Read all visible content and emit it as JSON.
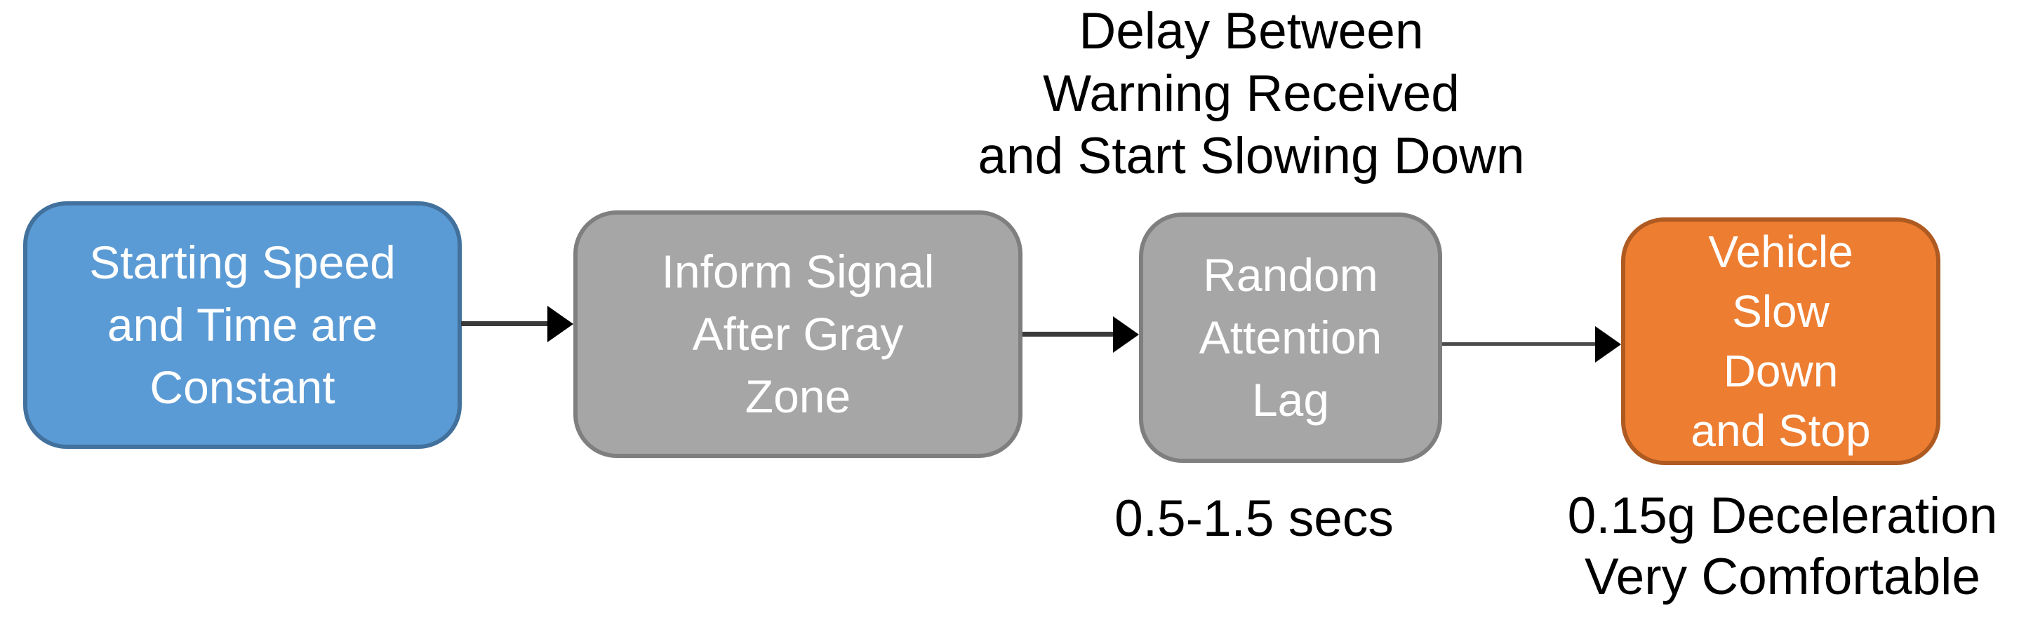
{
  "canvas": {
    "background": "#FFFFFF"
  },
  "diagram": {
    "nodes": [
      {
        "id": "constants",
        "lines": [
          "Starting Speed",
          "and Time are",
          "Constant"
        ],
        "fill": "#5B9BD5",
        "border": "#41719C",
        "text_color": "#FFFFFF"
      },
      {
        "id": "inform-signal",
        "lines": [
          "Inform Signal",
          "After Gray",
          "Zone"
        ],
        "fill": "#A6A6A6",
        "border": "#7F7F7F",
        "text_color": "#FFFFFF"
      },
      {
        "id": "attention-lag",
        "lines": [
          "Random",
          "Attention",
          "Lag"
        ],
        "fill": "#A6A6A6",
        "border": "#7F7F7F",
        "text_color": "#FFFFFF"
      },
      {
        "id": "vehicle-stop",
        "lines": [
          "Vehicle",
          "Slow",
          "Down",
          "and Stop"
        ],
        "fill": "#ED7D31",
        "border": "#AE5A21",
        "text_color": "#FFFFFF"
      }
    ],
    "arrows": [
      {
        "from": "constants",
        "to": "inform-signal",
        "line_color": "#3A3A3A",
        "head_color": "#000000"
      },
      {
        "from": "inform-signal",
        "to": "attention-lag",
        "line_color": "#3A3A3A",
        "head_color": "#000000"
      },
      {
        "from": "attention-lag",
        "to": "vehicle-stop",
        "line_color": "#4A4A4A",
        "head_color": "#000000"
      }
    ],
    "annotations": {
      "delay": {
        "lines": [
          "Delay Between",
          "Warning Received",
          "and Start Slowing Down"
        ],
        "color": "#000000"
      },
      "attention_lag_duration": {
        "text": "0.5-1.5 secs",
        "color": "#000000"
      },
      "deceleration": {
        "lines": [
          "0.15g Deceleration",
          "Very Comfortable"
        ],
        "color": "#000000"
      }
    }
  }
}
